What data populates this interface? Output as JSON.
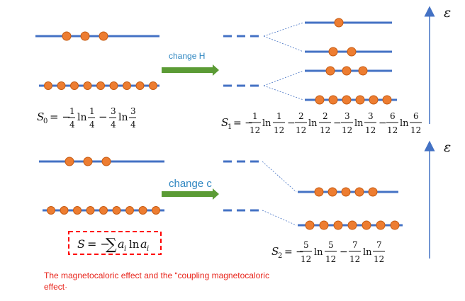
{
  "energy_axis_symbol": "ε",
  "top_panel": {
    "arrow_label": "change H",
    "arrow_label_color": "#2e86c1",
    "initial_levels": [
      {
        "name": "upper",
        "particles": 3
      },
      {
        "name": "lower",
        "particles": 9
      }
    ],
    "split_levels": [
      {
        "name": "level-1",
        "particles": 1
      },
      {
        "name": "level-2",
        "particles": 2
      },
      {
        "name": "level-3",
        "particles": 3
      },
      {
        "name": "level-4",
        "particles": 6
      }
    ],
    "entropy_initial": "S₀ = −¼ln¼ − ¾ln¾",
    "entropy_final": "S₁ = −1/12 ln 1/12 − 2/12 ln 2/12 − 3/12 ln 3/12 − 6/12 ln 6/12"
  },
  "bottom_panel": {
    "arrow_label": "change c",
    "arrow_label_color": "#2e86c1",
    "initial_levels": [
      {
        "name": "upper",
        "particles": 3
      },
      {
        "name": "lower",
        "particles": 9
      }
    ],
    "final_levels": [
      {
        "name": "upper",
        "particles": 5
      },
      {
        "name": "lower",
        "particles": 7
      }
    ],
    "entropy_general": "S = −∑ aᵢ ln aᵢ",
    "entropy_final": "S₂ = −5/12 ln 5/12 − 7/12 ln 7/12"
  },
  "caption": "The magnetocaloric effect and the “coupling magnetocaloric effect·",
  "colors": {
    "level_line": "#4472c4",
    "particle_fill": "#ed7d31",
    "particle_stroke": "#c55a11",
    "arrow_fill": "#5b9b35",
    "dashed_box": "#ff0000",
    "caption": "#e8241b"
  }
}
